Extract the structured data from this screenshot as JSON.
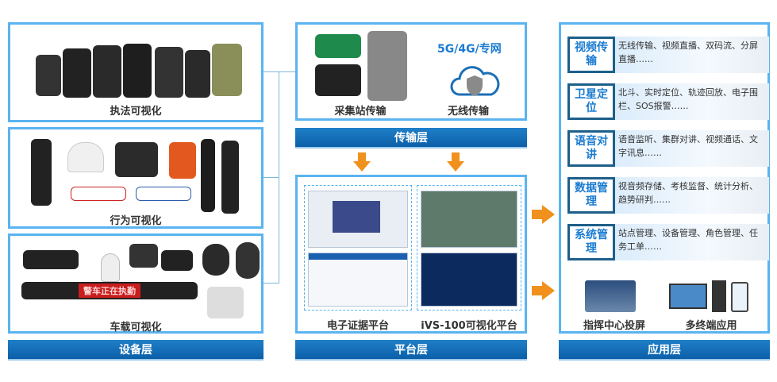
{
  "device_layer": {
    "label": "设备层",
    "groups": [
      {
        "caption": "执法可视化"
      },
      {
        "caption": "行为可视化"
      },
      {
        "caption": "车载可视化",
        "lightbar_text": "警车正在执勤"
      }
    ]
  },
  "transport_layer": {
    "label": "传输层",
    "items": [
      {
        "caption": "采集站传输"
      },
      {
        "caption": "无线传输",
        "network": "5G/4G/专网"
      }
    ]
  },
  "platform_layer": {
    "label": "平台层",
    "items": [
      {
        "caption": "电子证据平台"
      },
      {
        "caption": "iVS-100可视化平台"
      }
    ]
  },
  "application_layer": {
    "label": "应用层",
    "functions": [
      {
        "title": "视频传输",
        "desc": "无线传输、视频直播、双码流、分屏直播……"
      },
      {
        "title": "卫星定位",
        "desc": "北斗、实时定位、轨迹回放、电子围栏、SOS报警……"
      },
      {
        "title": "语音对讲",
        "desc": "语音监听、集群对讲、视频通话、文字讯息……"
      },
      {
        "title": "数据管理",
        "desc": "视音频存储、考核监督、统计分析、趋势研判……"
      },
      {
        "title": "系统管理",
        "desc": "站点管理、设备管理、角色管理、任务工单……"
      }
    ],
    "bottom": [
      {
        "caption": "指挥中心投屏"
      },
      {
        "caption": "多终端应用"
      }
    ]
  },
  "colors": {
    "border": "#5ab4f0",
    "bar": "#0b5fa8",
    "arrow": "#f0911e",
    "title": "#1a7bd0"
  }
}
